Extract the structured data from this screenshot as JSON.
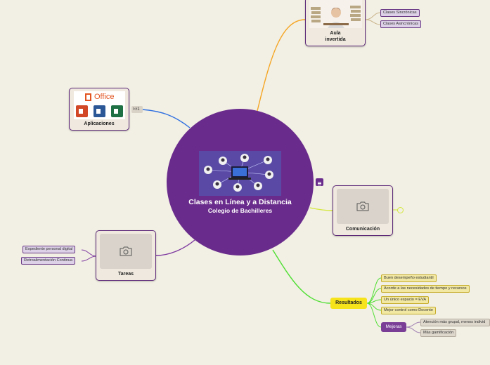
{
  "central": {
    "title": "Clases en Línea y a Distancia",
    "subtitle": "Colegio de Bachilleres"
  },
  "aula": {
    "label_line1": "Aula",
    "label_line2": "invertida",
    "children": [
      "Clases Sincrónicas",
      "Clases Asincrónicas"
    ]
  },
  "aplicaciones": {
    "label": "Aplicaciones",
    "office_text": "Office",
    "like_count": "1"
  },
  "comunicacion": {
    "label": "Comunicación"
  },
  "tareas": {
    "label": "Tareas",
    "children": [
      "Expediente personal digital",
      "Retroalimentación Continua"
    ]
  },
  "resultados": {
    "label": "Resultados",
    "children": [
      "Buen desempeño estudiantil",
      "Acorde a las necesidades de tiempo y recursos",
      "Un único espacio = EVA",
      "Mejor control como Docente"
    ],
    "mejoras": {
      "label": "Mejoras",
      "children": [
        "Atención más grupal, menos individ",
        "Más gamificación"
      ]
    }
  },
  "colors": {
    "central": "#6a2c8c",
    "link_orange": "#f5a623",
    "link_blue": "#2d6fe0",
    "link_yellowgreen": "#d3e83a",
    "link_green": "#4fe033",
    "link_purple": "#7e3aa0",
    "resultados_bg": "#f7e31b",
    "mejoras_bg": "#7a3e96"
  }
}
